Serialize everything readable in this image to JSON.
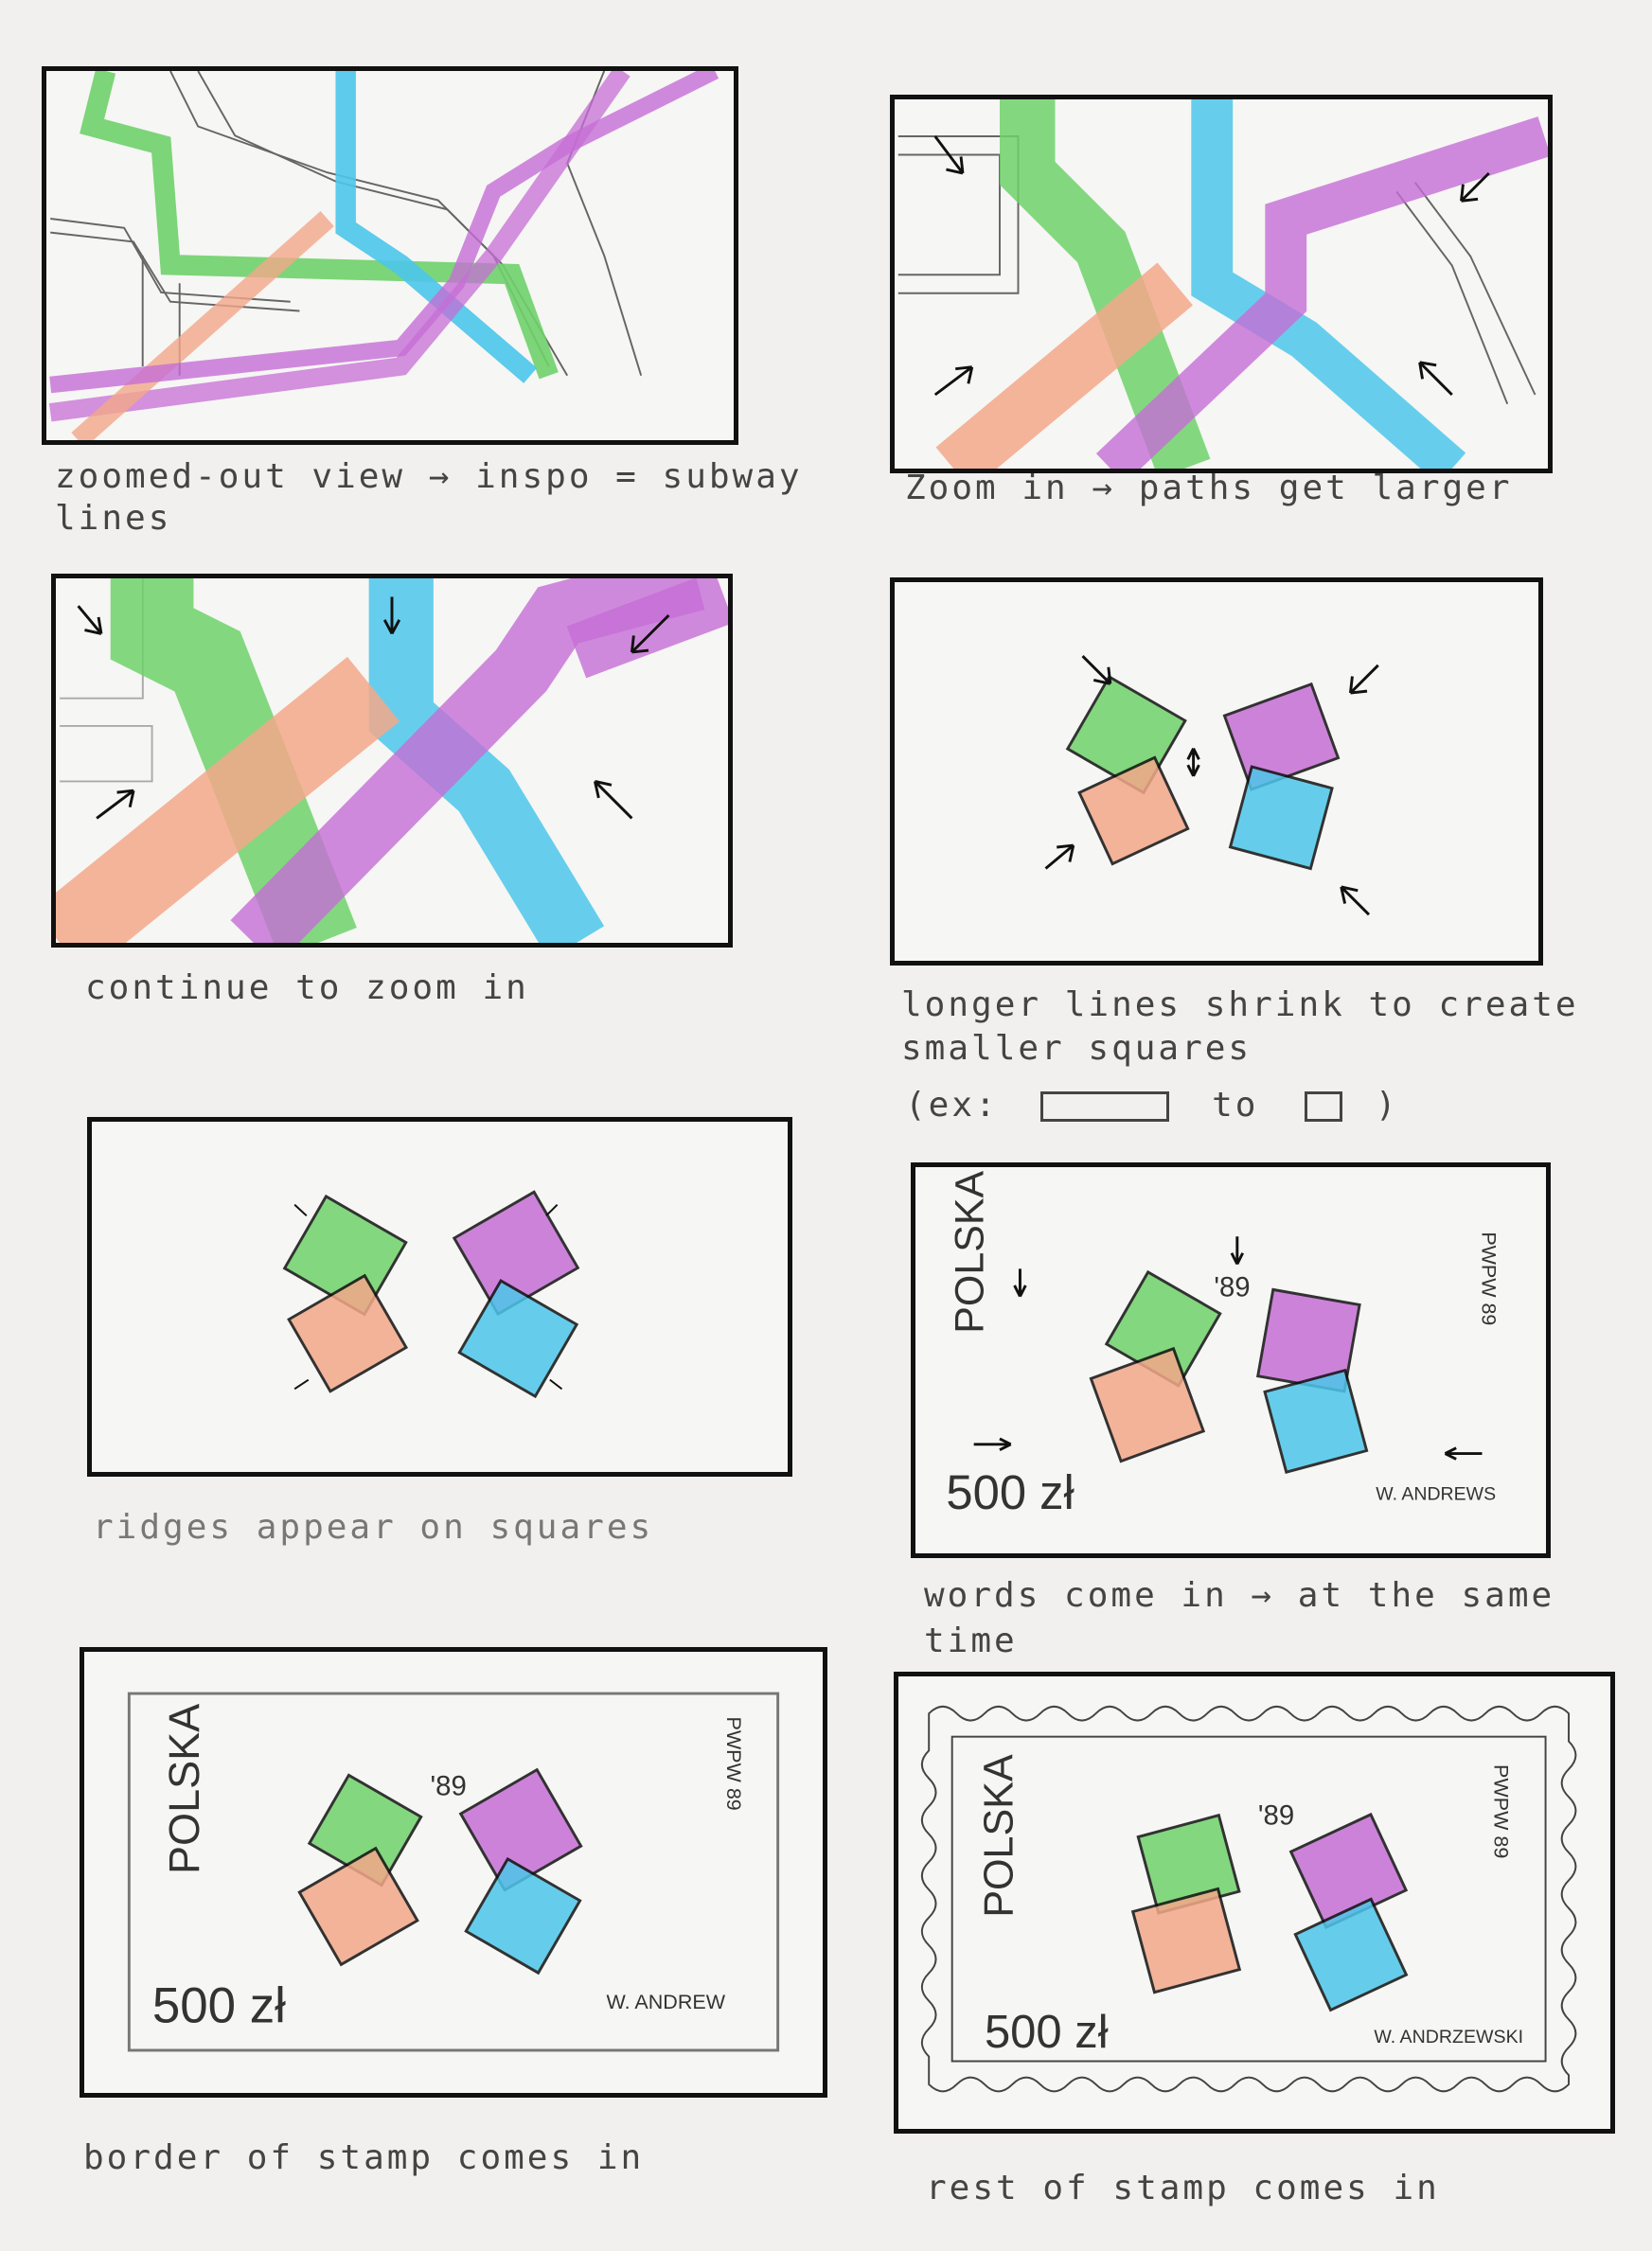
{
  "storyboard": {
    "frames": [
      {
        "caption_line1": "zoomed-out view → inspo = subway",
        "caption_line2": "lines"
      },
      {
        "caption_line1": "Zoom in → paths get larger",
        "caption_line2": ""
      },
      {
        "caption_line1": "continue to zoom in",
        "caption_line2": ""
      },
      {
        "caption_line1": "longer lines shrink to create",
        "caption_line2": "smaller squares",
        "caption_line3_pre": "(ex:",
        "caption_line3_mid": "to",
        "caption_line3_post": ")"
      },
      {
        "caption_line1": "ridges appear on squares",
        "caption_line2": ""
      },
      {
        "caption_line1": "words come in → at the same",
        "caption_line2": "time"
      },
      {
        "caption_line1": "border of stamp comes in",
        "caption_line2": ""
      },
      {
        "caption_line1": "rest of stamp comes in",
        "caption_line2": ""
      }
    ]
  },
  "stamp": {
    "country": "POLSKA",
    "value": "500 zł",
    "year": "'89",
    "side_text": "PWPW 89",
    "designer_short": "W. ANDREW",
    "designer_full": "W. ANDRZEWSKI",
    "designer_mid": "W. ANDREWS"
  },
  "colors": {
    "green": "#6fd26a",
    "blue": "#4cc7ea",
    "purple": "#c66ed6",
    "orange": "#f3a889",
    "overlap": "#8a7a70",
    "ink": "#111111"
  }
}
